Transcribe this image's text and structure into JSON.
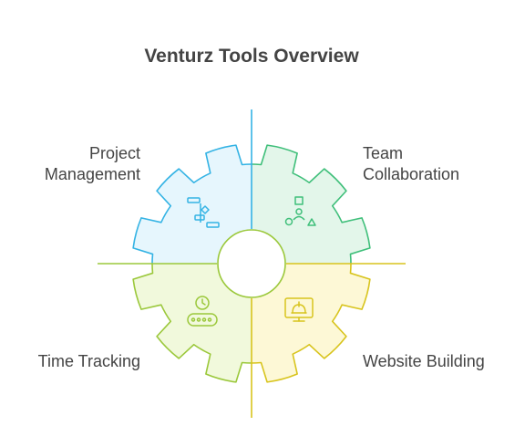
{
  "title": "Venturz Tools Overview",
  "segments": [
    {
      "label_lines": [
        "Project",
        "Management"
      ],
      "icon": "gantt-chart-icon",
      "fill": "#e6f6fd",
      "stroke": "#34b3e4"
    },
    {
      "label_lines": [
        "Team",
        "Collaboration"
      ],
      "icon": "team-shapes-icon",
      "fill": "#e3f6ea",
      "stroke": "#3fbf7a"
    },
    {
      "label_lines": [
        "Time Tracking"
      ],
      "icon": "clock-conveyor-icon",
      "fill": "#f1f9dc",
      "stroke": "#9bc83b"
    },
    {
      "label_lines": [
        "Website Building"
      ],
      "icon": "monitor-construction-icon",
      "fill": "#fdf8d6",
      "stroke": "#d8c41d"
    }
  ]
}
